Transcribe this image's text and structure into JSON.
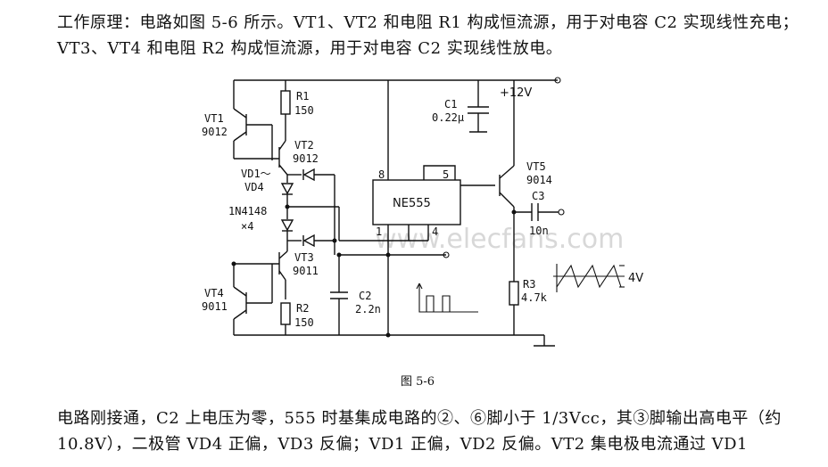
{
  "text": {
    "intro": "工作原理：电路如图 5-6 所示。VT1、VT2 和电阻 R1 构成恒流源，用于对电容 C2 实现线性充电；VT3、VT4 和电阻 R2 构成恒流源，用于对电容 C2 实现线性放电。",
    "caption": "图 5-6",
    "body": "电路刚接通，C2 上电压为零，555 时基集成电路的②、⑥脚小于 1/3Vcc，其③脚输出高电平（约 10.8V），二极管 VD4 正偏，VD3 反偏；VD1 正偏，VD2 反偏。VT2 集电极电流通过 VD1"
  },
  "circuit": {
    "vt1": "VT1",
    "vt1_part": "9012",
    "vt2": "VT2",
    "vt2_part": "9012",
    "vt3": "VT3",
    "vt3_part": "9011",
    "vt4": "VT4",
    "vt4_part": "9011",
    "vt5": "VT5",
    "vt5_part": "9014",
    "r1": "R1",
    "r1_val": "150",
    "r2": "R2",
    "r2_val": "150",
    "r3": "R3",
    "r3_val": "4.7k",
    "c1": "C1",
    "c1_val": "0.22μ",
    "c2": "C2",
    "c2_val": "2.2n",
    "c3": "C3",
    "c3_val": "10n",
    "vd_range": "VD1～",
    "vd4": "VD4",
    "diode_part": "1N4148",
    "diode_count": "×4",
    "ic": "NE555",
    "pin1": "1",
    "pin4": "4",
    "pin5": "5",
    "pin8": "8",
    "supply": "+12V",
    "out_amp": "4V",
    "watermark": "www.elecfans.com"
  }
}
